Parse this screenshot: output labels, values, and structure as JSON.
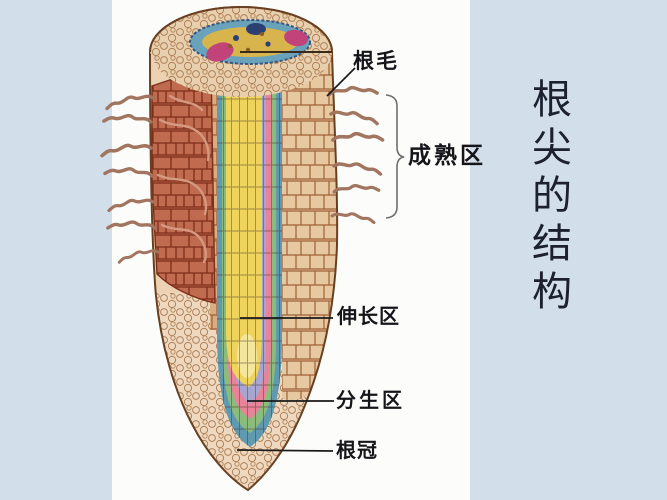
{
  "slide": {
    "background": {
      "color": "#d2dfeb",
      "panel_color": "#fcfcfa"
    },
    "title": {
      "text": "根尖的结构",
      "color": "#1c2030"
    },
    "diagram": {
      "subject": "plant root tip longitudinal section",
      "labels": {
        "root_hair": "根毛",
        "maturation_zone": "成熟区",
        "elongation_zone": "伸长区",
        "meristem_zone": "分生区",
        "root_cap": "根冠"
      },
      "colors": {
        "epidermis_beige": "#e7c9a1",
        "cut_surface_red": "#c06a50",
        "stele_yellow": "#eed45c",
        "phloem_pink": "#e8839a",
        "vascular_blue": "#5f9ab0",
        "band_green": "#8cbc7c",
        "band_lavender": "#a6a6d0",
        "root_cap_beige": "#eed9c0",
        "ring_magenta": "#c2427a",
        "ring_navy": "#2c3f72"
      }
    }
  }
}
